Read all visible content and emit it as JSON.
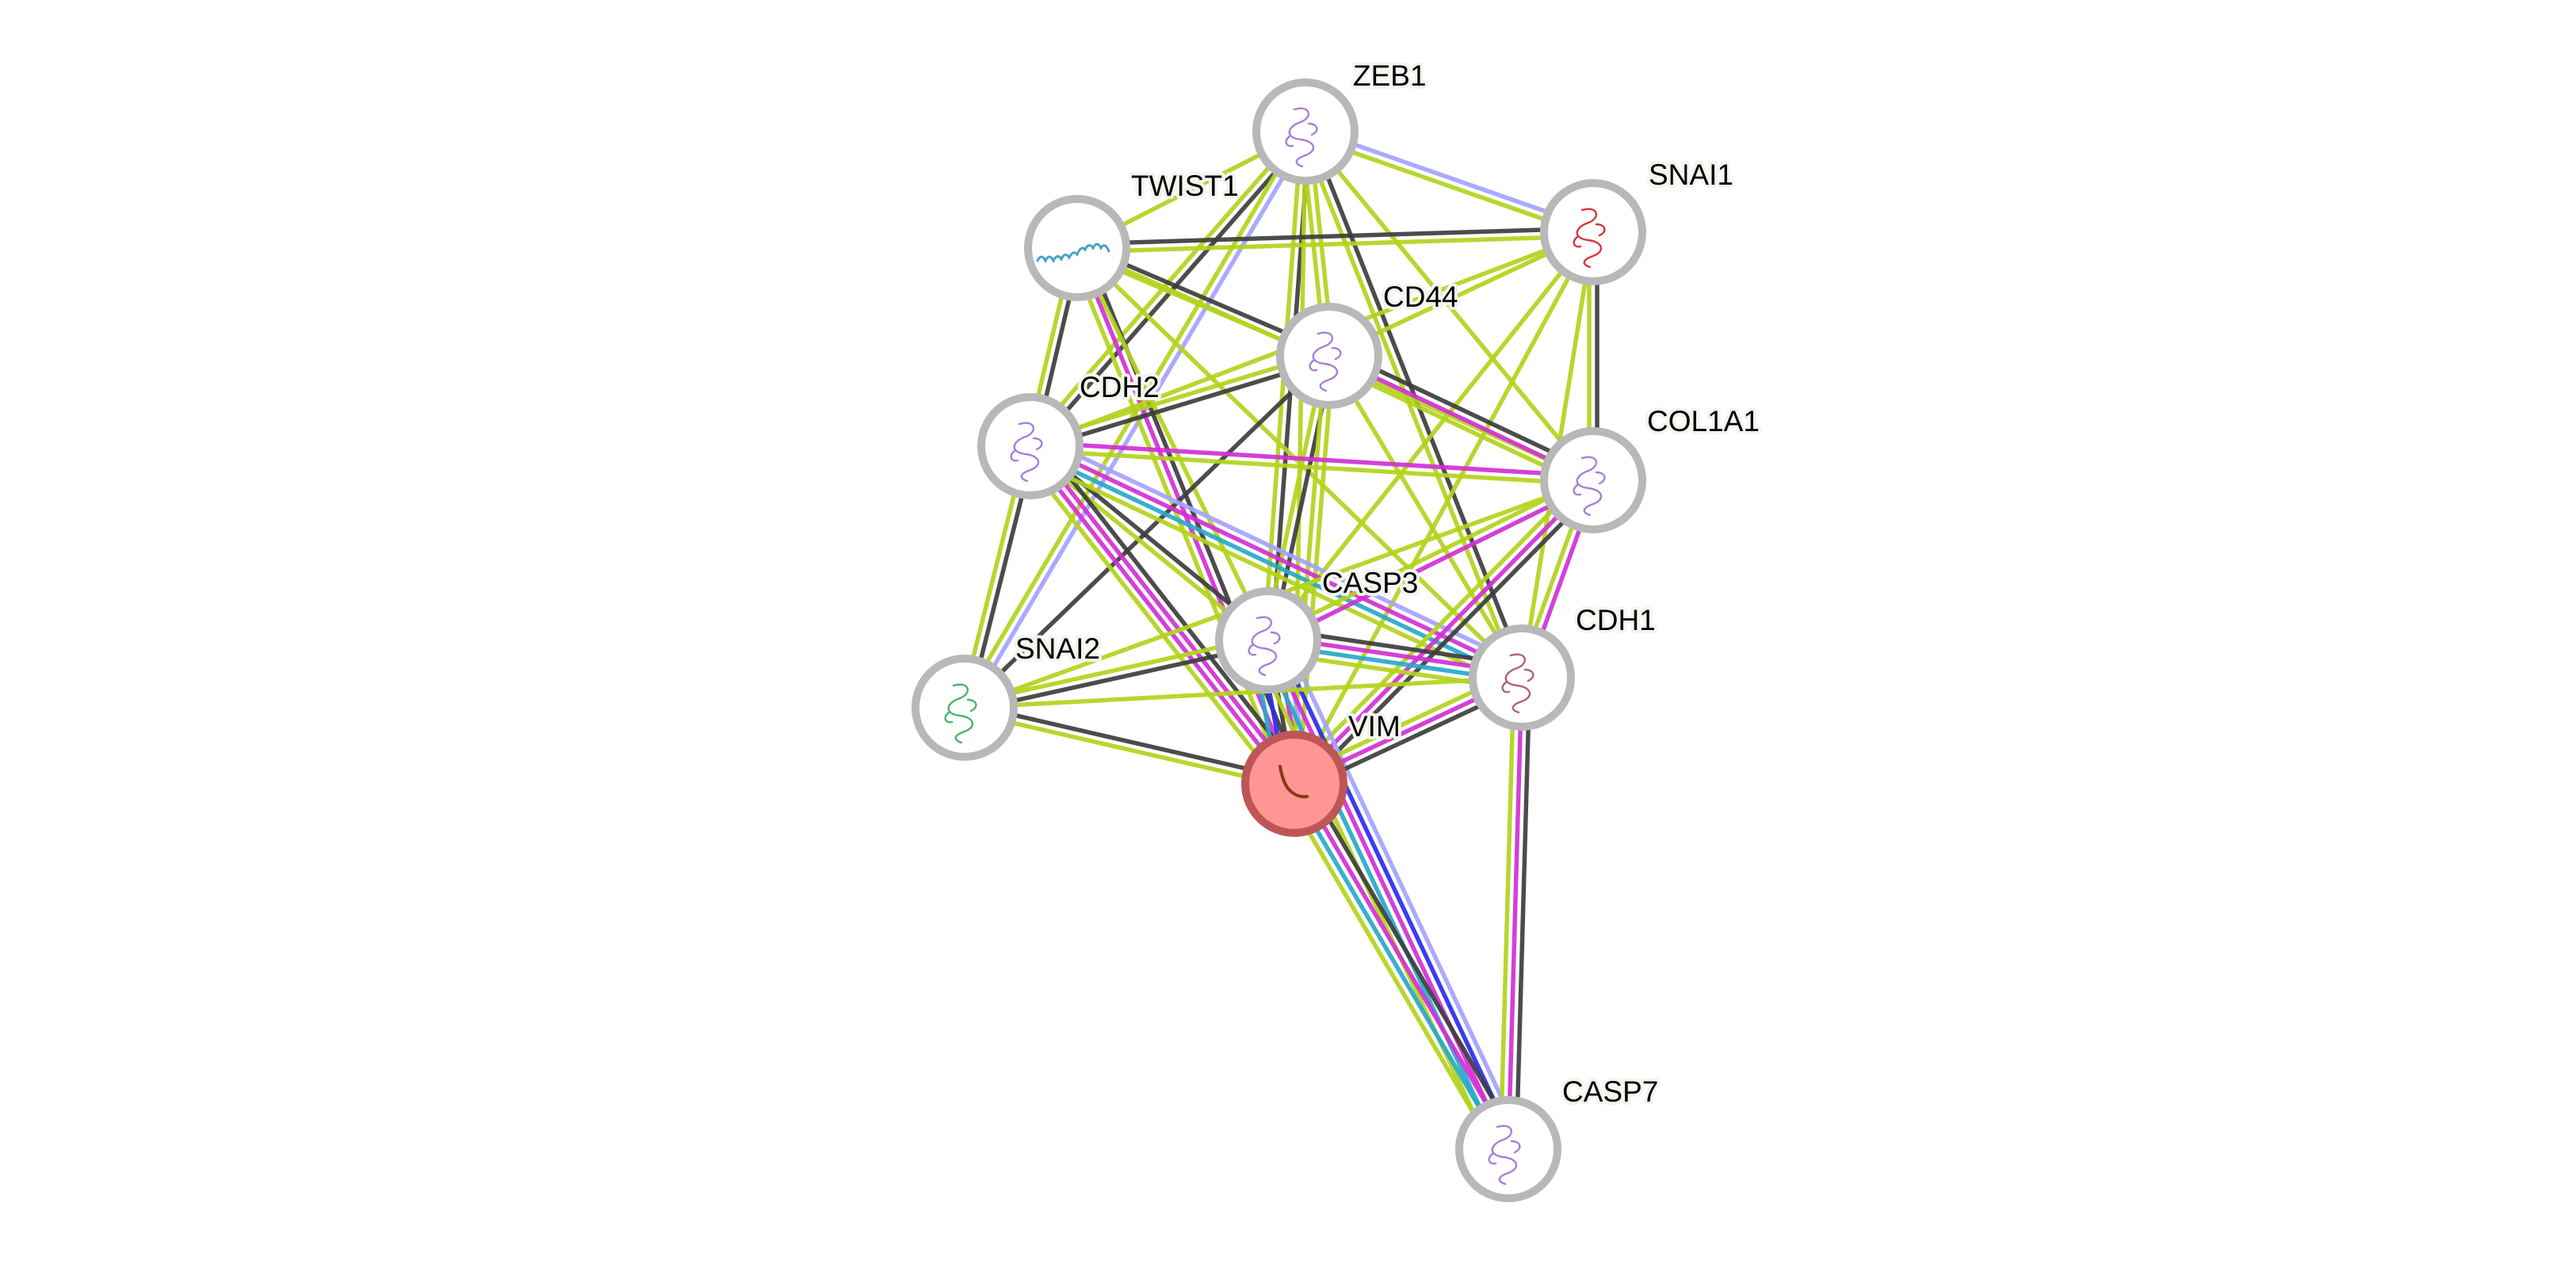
{
  "title": "Protein interaction network",
  "evidence_colors": {
    "textmining": "#b3d21c",
    "coexpression": "#3d3d3d",
    "experiments": "#d130d3",
    "databases": "#28a8c8",
    "cooccurrence": "#a3a3ff",
    "fusion": "#2b2bef"
  },
  "query_node": "VIM",
  "node_colors": {
    "default_fill": "#ffffff",
    "default_ring": "#b8b8b8",
    "query_fill": "#ff9694",
    "query_ring": "#bd5755"
  },
  "nodes": [
    {
      "id": "ZEB1",
      "label": "ZEB1",
      "structure_color": "#a87fd6"
    },
    {
      "id": "SNAI1",
      "label": "SNAI1",
      "structure_color": "#d6363c"
    },
    {
      "id": "TWIST1",
      "label": "TWIST1",
      "structure_color": "rainbow"
    },
    {
      "id": "CD44",
      "label": "CD44",
      "structure_color": "#a87fd6"
    },
    {
      "id": "CDH2",
      "label": "CDH2",
      "structure_color": "#a87fd6"
    },
    {
      "id": "COL1A1",
      "label": "COL1A1",
      "structure_color": "#a87fd6"
    },
    {
      "id": "CASP3",
      "label": "CASP3",
      "structure_color": "#a87fd6"
    },
    {
      "id": "CDH1",
      "label": "CDH1",
      "structure_color": "#b0607a"
    },
    {
      "id": "SNAI2",
      "label": "SNAI2",
      "structure_color": "rainbow"
    },
    {
      "id": "VIM",
      "label": "VIM",
      "structure_color": "#8a3a10"
    },
    {
      "id": "CASP7",
      "label": "CASP7",
      "structure_color": "#a87fd6"
    }
  ],
  "edges": [
    {
      "a": "ZEB1",
      "b": "TWIST1",
      "evidence": [
        "textmining"
      ]
    },
    {
      "a": "ZEB1",
      "b": "SNAI1",
      "evidence": [
        "cooccurrence",
        "textmining"
      ]
    },
    {
      "a": "ZEB1",
      "b": "CDH2",
      "evidence": [
        "coexpression",
        "textmining"
      ]
    },
    {
      "a": "ZEB1",
      "b": "SNAI2",
      "evidence": [
        "cooccurrence",
        "textmining"
      ]
    },
    {
      "a": "ZEB1",
      "b": "CASP3",
      "evidence": [
        "coexpression",
        "textmining"
      ]
    },
    {
      "a": "ZEB1",
      "b": "CD44",
      "evidence": [
        "textmining",
        "textmining"
      ]
    },
    {
      "a": "ZEB1",
      "b": "VIM",
      "evidence": [
        "textmining"
      ]
    },
    {
      "a": "ZEB1",
      "b": "CDH1",
      "evidence": [
        "coexpression",
        "textmining"
      ]
    },
    {
      "a": "ZEB1",
      "b": "COL1A1",
      "evidence": [
        "textmining"
      ]
    },
    {
      "a": "TWIST1",
      "b": "SNAI1",
      "evidence": [
        "coexpression",
        "textmining"
      ]
    },
    {
      "a": "TWIST1",
      "b": "CD44",
      "evidence": [
        "coexpression",
        "textmining"
      ]
    },
    {
      "a": "TWIST1",
      "b": "CDH2",
      "evidence": [
        "coexpression",
        "textmining"
      ]
    },
    {
      "a": "TWIST1",
      "b": "VIM",
      "evidence": [
        "coexpression",
        "experiments",
        "textmining"
      ]
    },
    {
      "a": "TWIST1",
      "b": "CASP3",
      "evidence": [
        "textmining"
      ]
    },
    {
      "a": "TWIST1",
      "b": "CDH1",
      "evidence": [
        "textmining"
      ]
    },
    {
      "a": "TWIST1",
      "b": "COL1A1",
      "evidence": [
        "textmining"
      ]
    },
    {
      "a": "SNAI1",
      "b": "CD44",
      "evidence": [
        "textmining"
      ]
    },
    {
      "a": "SNAI1",
      "b": "COL1A1",
      "evidence": [
        "coexpression",
        "textmining"
      ]
    },
    {
      "a": "SNAI1",
      "b": "CDH2",
      "evidence": [
        "textmining"
      ]
    },
    {
      "a": "SNAI1",
      "b": "CASP3",
      "evidence": [
        "textmining"
      ]
    },
    {
      "a": "SNAI1",
      "b": "VIM",
      "evidence": [
        "textmining"
      ]
    },
    {
      "a": "SNAI1",
      "b": "CDH1",
      "evidence": [
        "textmining"
      ]
    },
    {
      "a": "CD44",
      "b": "CDH2",
      "evidence": [
        "coexpression",
        "textmining"
      ]
    },
    {
      "a": "CD44",
      "b": "COL1A1",
      "evidence": [
        "coexpression",
        "experiments",
        "textmining"
      ]
    },
    {
      "a": "CD44",
      "b": "CASP3",
      "evidence": [
        "coexpression",
        "textmining"
      ]
    },
    {
      "a": "CD44",
      "b": "VIM",
      "evidence": [
        "textmining",
        "textmining"
      ]
    },
    {
      "a": "CD44",
      "b": "SNAI2",
      "evidence": [
        "coexpression"
      ]
    },
    {
      "a": "CD44",
      "b": "CDH1",
      "evidence": [
        "textmining"
      ]
    },
    {
      "a": "CDH2",
      "b": "COL1A1",
      "evidence": [
        "experiments",
        "textmining"
      ]
    },
    {
      "a": "CDH2",
      "b": "SNAI2",
      "evidence": [
        "coexpression",
        "textmining"
      ]
    },
    {
      "a": "CDH2",
      "b": "CASP3",
      "evidence": [
        "coexpression",
        "textmining"
      ]
    },
    {
      "a": "CDH2",
      "b": "VIM",
      "evidence": [
        "coexpression",
        "experiments",
        "experiments",
        "textmining"
      ]
    },
    {
      "a": "CDH2",
      "b": "CDH1",
      "evidence": [
        "cooccurrence",
        "experiments",
        "databases",
        "textmining"
      ]
    },
    {
      "a": "COL1A1",
      "b": "CASP3",
      "evidence": [
        "experiments",
        "textmining"
      ]
    },
    {
      "a": "COL1A1",
      "b": "VIM",
      "evidence": [
        "coexpression",
        "experiments",
        "textmining"
      ]
    },
    {
      "a": "COL1A1",
      "b": "SNAI2",
      "evidence": [
        "textmining"
      ]
    },
    {
      "a": "COL1A1",
      "b": "CDH1",
      "evidence": [
        "experiments",
        "textmining"
      ]
    },
    {
      "a": "CASP3",
      "b": "SNAI2",
      "evidence": [
        "coexpression",
        "textmining"
      ]
    },
    {
      "a": "CASP3",
      "b": "CDH1",
      "evidence": [
        "coexpression",
        "experiments",
        "databases",
        "textmining"
      ]
    },
    {
      "a": "CASP3",
      "b": "VIM",
      "evidence": [
        "cooccurrence",
        "experiments",
        "coexpression",
        "fusion",
        "databases"
      ]
    },
    {
      "a": "CASP3",
      "b": "CASP7",
      "evidence": [
        "cooccurrence",
        "fusion",
        "experiments",
        "databases",
        "textmining"
      ]
    },
    {
      "a": "SNAI2",
      "b": "VIM",
      "evidence": [
        "coexpression",
        "textmining"
      ]
    },
    {
      "a": "SNAI2",
      "b": "CDH1",
      "evidence": [
        "textmining"
      ]
    },
    {
      "a": "CDH1",
      "b": "VIM",
      "evidence": [
        "coexpression",
        "experiments",
        "textmining"
      ]
    },
    {
      "a": "CDH1",
      "b": "CASP7",
      "evidence": [
        "coexpression",
        "experiments",
        "textmining"
      ]
    },
    {
      "a": "VIM",
      "b": "CASP7",
      "evidence": [
        "coexpression",
        "experiments",
        "databases",
        "textmining"
      ]
    }
  ]
}
